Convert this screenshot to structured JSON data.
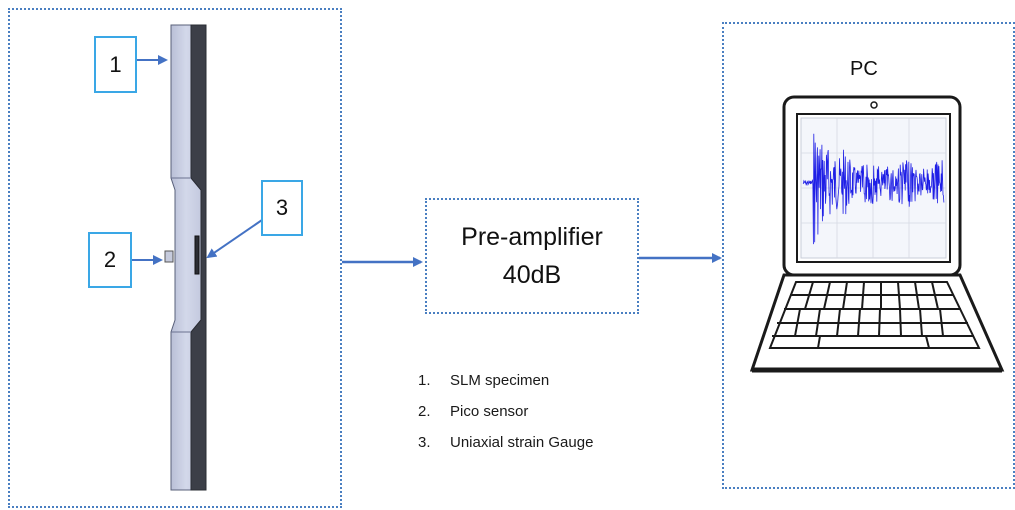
{
  "callouts": {
    "c1": "1",
    "c2": "2",
    "c3": "3"
  },
  "amplifier": {
    "line1": "Pre-amplifier",
    "line2": "40dB"
  },
  "pc": {
    "label": "PC"
  },
  "legend": {
    "items": [
      {
        "num": "1.",
        "label": "SLM specimen"
      },
      {
        "num": "2.",
        "label": "Pico sensor"
      },
      {
        "num": "3.",
        "label": "Uniaxial strain Gauge"
      }
    ]
  },
  "colors": {
    "arrow": "#4472c4",
    "frame": "#4a7fc1",
    "callout_border": "#3aa7e6",
    "signal": "#1f1fe6"
  }
}
